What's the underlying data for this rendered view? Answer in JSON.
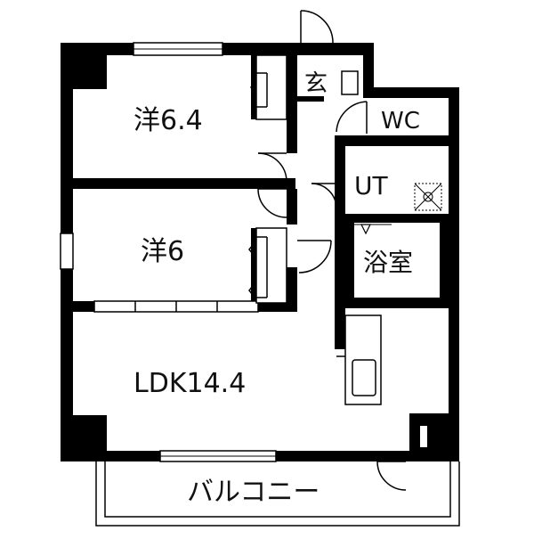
{
  "rooms": {
    "western_a": "洋6.4",
    "western_b": "洋6",
    "ldk": "LDK14.4",
    "entrance": "玄",
    "wc": "WC",
    "utility": "UT",
    "bathroom": "浴室",
    "balcony": "バルコニー"
  }
}
